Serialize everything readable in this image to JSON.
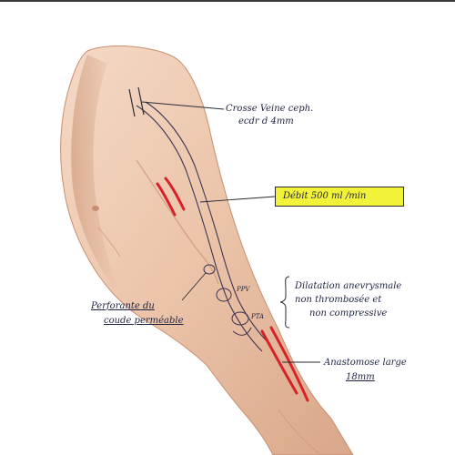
{
  "annotations": {
    "crosse": {
      "line1": "Crosse Veine ceph.",
      "line2": "ecdr d 4mm"
    },
    "debit": "Débit 500 ml /min",
    "dilatation": {
      "line1": "Dilatation anevrysmale",
      "line2": "non thrombosée et",
      "line3": "non compressive"
    },
    "perforante": {
      "line1": "Perforante du",
      "line2": "coude perméable"
    },
    "anastomose": {
      "line1": "Anastomose large",
      "line2": "18mm"
    },
    "vessel_tags": {
      "ppv": "PPV",
      "pta": "PTA"
    }
  },
  "colors": {
    "skin_light": "#f2d3be",
    "skin_mid": "#e4b89c",
    "skin_dark": "#c9957a",
    "ink": "#1d2340",
    "highlight": "#f2f23a",
    "incision": "#d8222a"
  }
}
